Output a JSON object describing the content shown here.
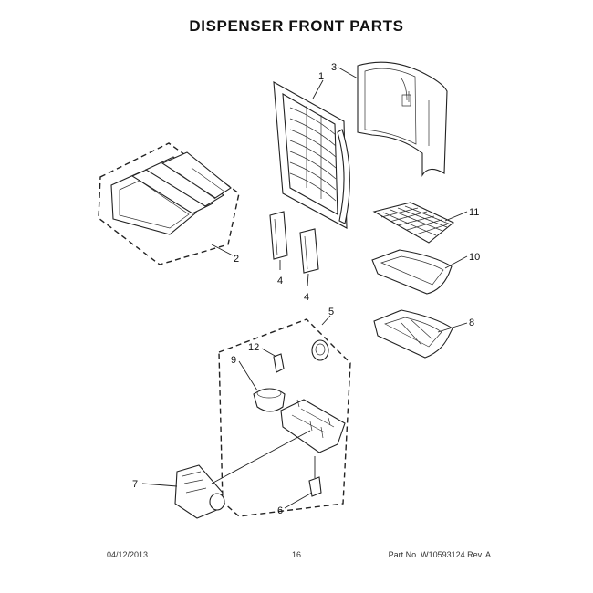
{
  "header": {
    "title": "DISPENSER FRONT PARTS"
  },
  "callouts": {
    "c1": "1",
    "c2": "2",
    "c3": "3",
    "c4a": "4",
    "c4b": "4",
    "c5": "5",
    "c6": "6",
    "c7": "7",
    "c8": "8",
    "c9": "9",
    "c10": "10",
    "c11": "11",
    "c12": "12"
  },
  "footer": {
    "date": "04/12/2013",
    "page": "16",
    "part_number": "Part No. W10593124  Rev. A"
  }
}
